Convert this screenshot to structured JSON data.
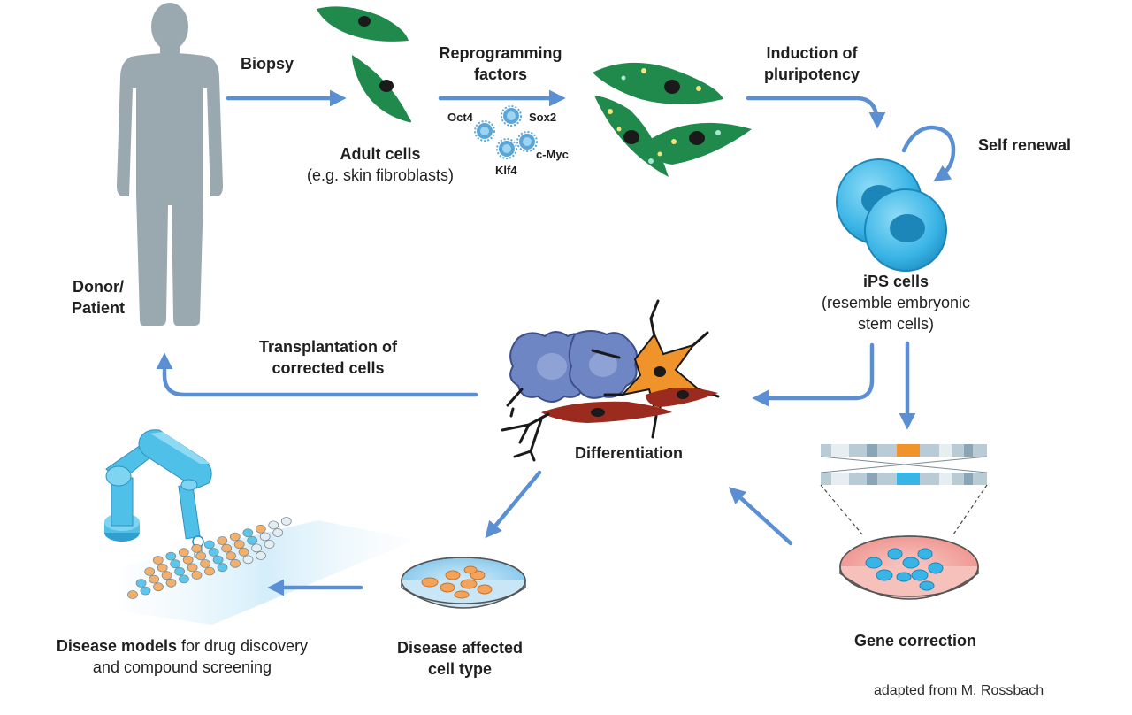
{
  "labels": {
    "biopsy": "Biopsy",
    "reprogramming_line1": "Reprogramming",
    "reprogramming_line2": "factors",
    "induction_line1": "Induction of",
    "induction_line2": "pluripotency",
    "self_renewal": "Self renewal",
    "adult_cells_title": "Adult cells",
    "adult_cells_sub": "(e.g. skin fibroblasts)",
    "donor_line1": "Donor/",
    "donor_line2": "Patient",
    "ips_title": "iPS cells",
    "ips_sub1": "(resemble embryonic",
    "ips_sub2": "stem cells)",
    "transplant_line1": "Transplantation of",
    "transplant_line2": "corrected cells",
    "differentiation": "Differentiation",
    "gene_correction": "Gene correction",
    "disease_affected_line1": "Disease affected",
    "disease_affected_line2": "cell type",
    "disease_models_bold": "Disease models",
    "disease_models_rest": " for drug discovery",
    "disease_models_line2": "and compound screening",
    "factor_oct4": "Oct4",
    "factor_sox2": "Sox2",
    "factor_klf4": "Klf4",
    "factor_cmyc": "c-Myc",
    "credit": "adapted from M. Rossbach"
  },
  "colors": {
    "arrow": "#5b8fd3",
    "person": "#9aa8b0",
    "fibroblast": "#1f8a4c",
    "ips_cell": "#39b4e6",
    "neuron": "#f0932a",
    "muscle": "#9b2a1f",
    "blood_cell": "#6f86c4",
    "robot": "#4fc0e8",
    "dish_red": "#f2a3a0",
    "dish_blue": "#9fd4ef"
  }
}
